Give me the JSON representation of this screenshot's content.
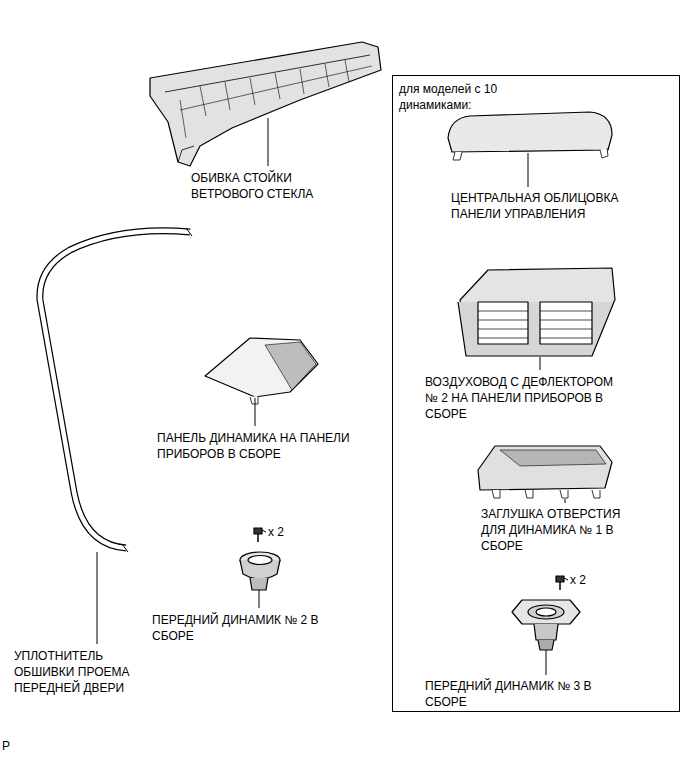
{
  "diagram": {
    "nodes": [
      {
        "text": [
          "для моделей с 10 динамиками:"
        ]
      }
    ],
    "labels": [
      "ОБИВКА СТОЙКИ ВЕТРОВОГО СТЕКЛА",
      "ПАНЕЛЬ ДИНАМИКА НА ПАНЕЛИ ПРИБОРОВ В СБОРЕ",
      "x 2",
      "ПЕРЕДНИЙ ДИНАМИК № 2 В СБОРЕ",
      "УПЛОТНИТЕЛЬ ОБШИВКИ ПРОЕМА ПЕРЕДНЕЙ ДВЕРИ",
      "ЦЕНТРАЛЬНАЯ ОБЛИЦОВКА ПАНЕЛИ УПРАВЛЕНИЯ",
      "ВОЗДУХОВОД С ДЕФЛЕКТОРОМ № 2 НА ПАНЕЛИ ПРИБОРОВ В СБОРЕ",
      "ЗАГЛУШКА ОТВЕРСТИЯ ДЛЯ ДИНАМИКА № 1 В СБОРЕ",
      "x 2",
      "ПЕРЕДНИЙ ДИНАМИК № 3 В СБОРЕ",
      "P"
    ]
  }
}
